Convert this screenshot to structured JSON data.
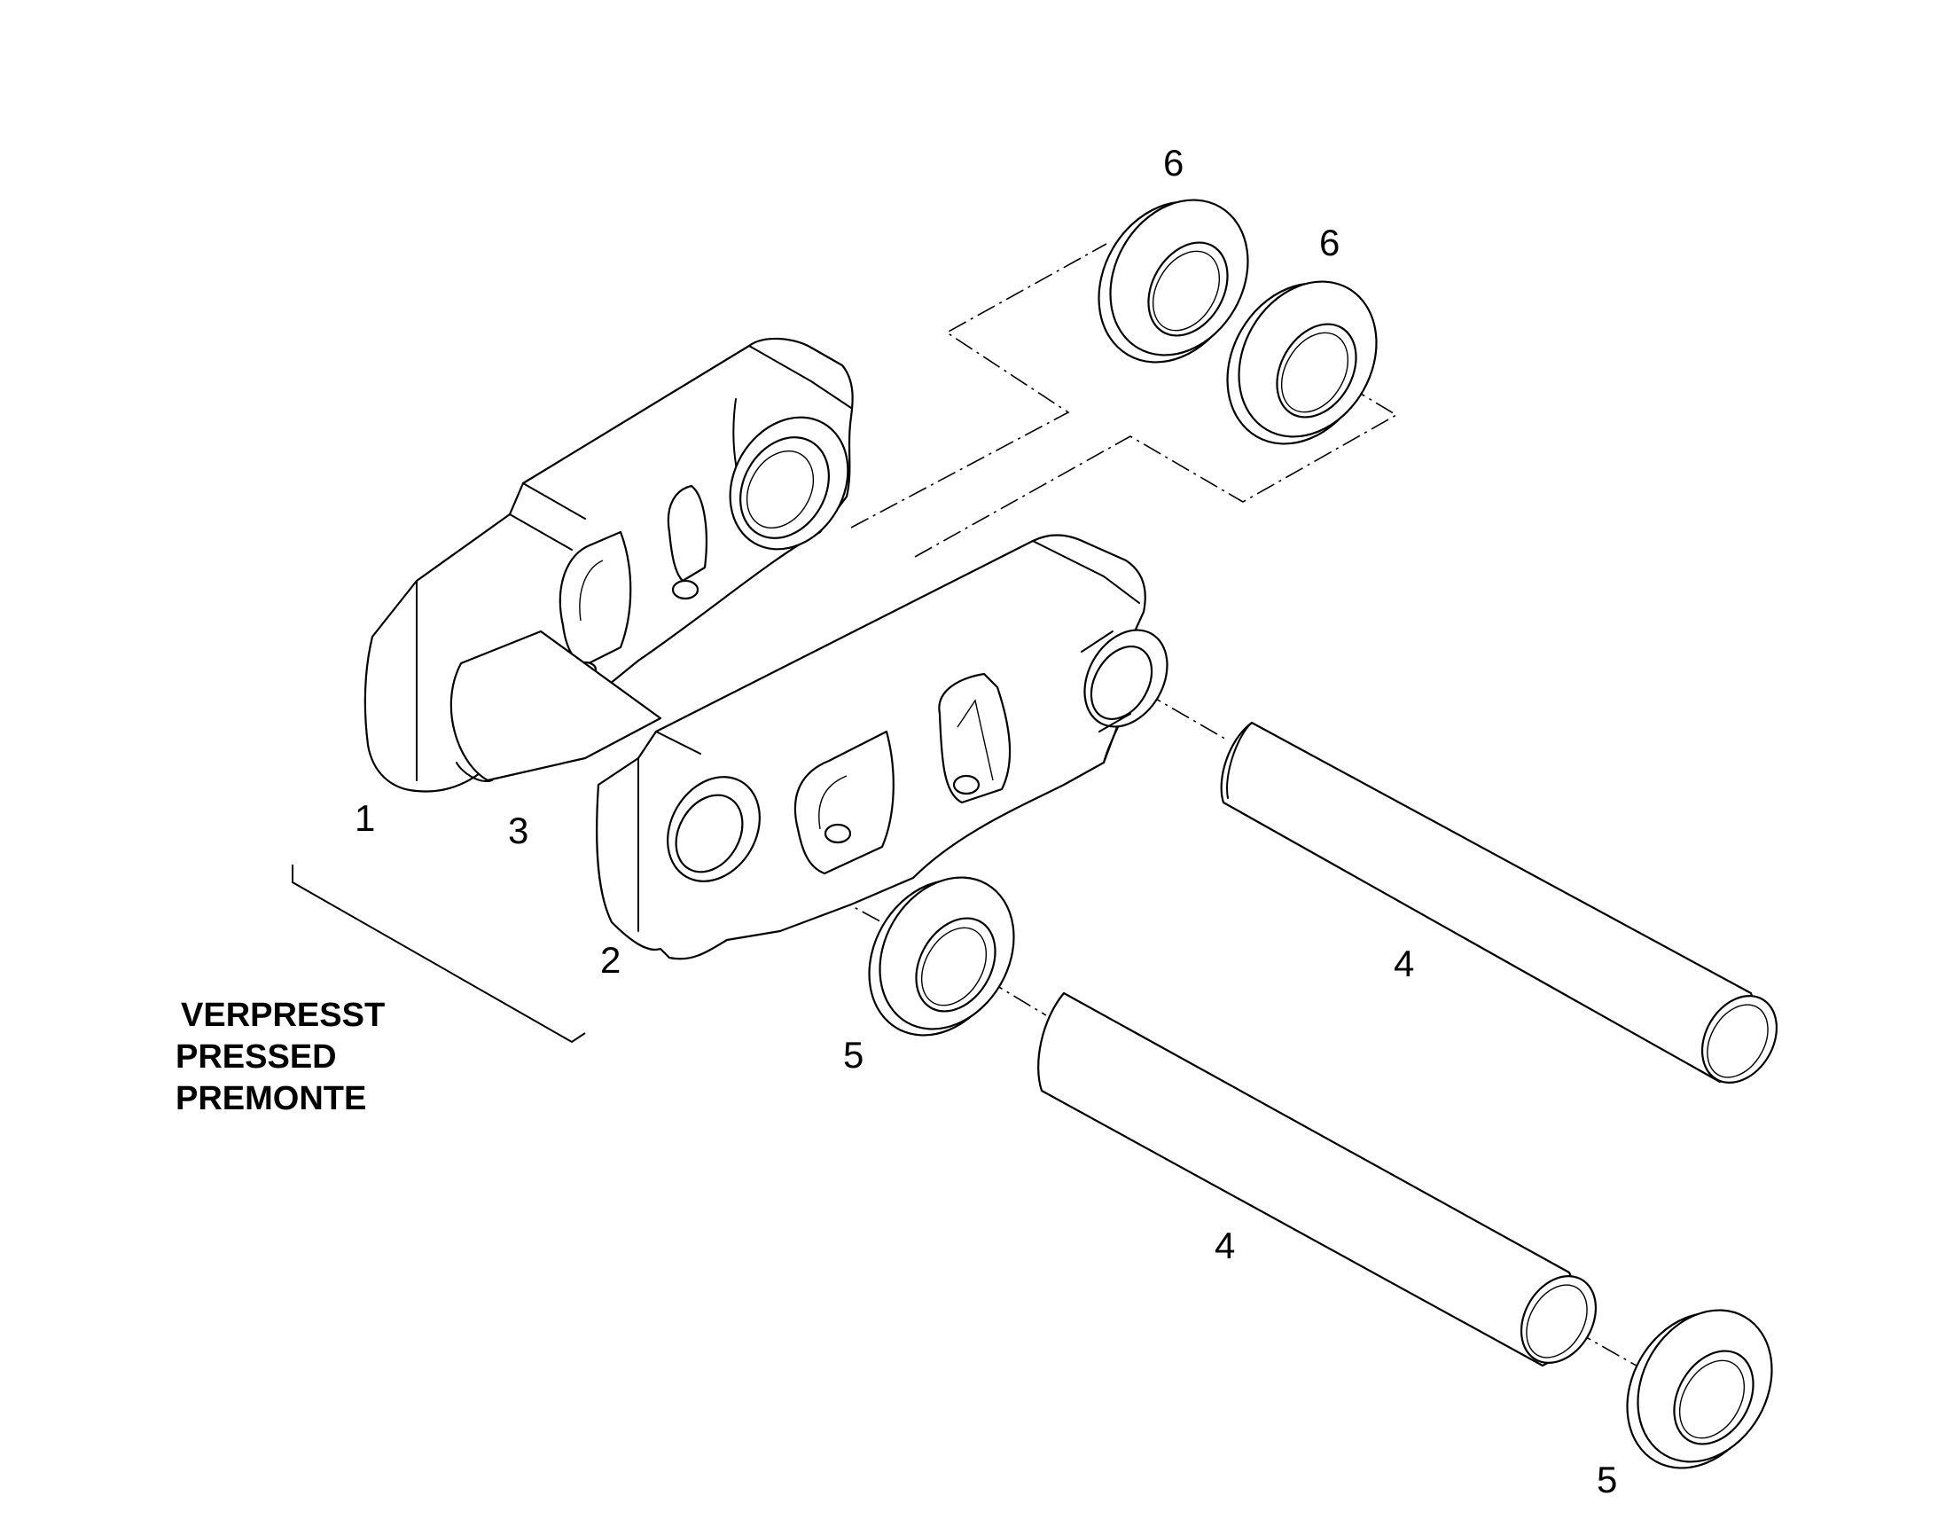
{
  "callouts": {
    "c1": "1",
    "c2": "2",
    "c3": "3",
    "c4a": "4",
    "c4b": "4",
    "c5a": "5",
    "c5b": "5",
    "c6a": "6",
    "c6b": "6"
  },
  "caption": {
    "line1": "VERPRESST",
    "line2": "PRESSED",
    "line3": "PREMONTE"
  }
}
